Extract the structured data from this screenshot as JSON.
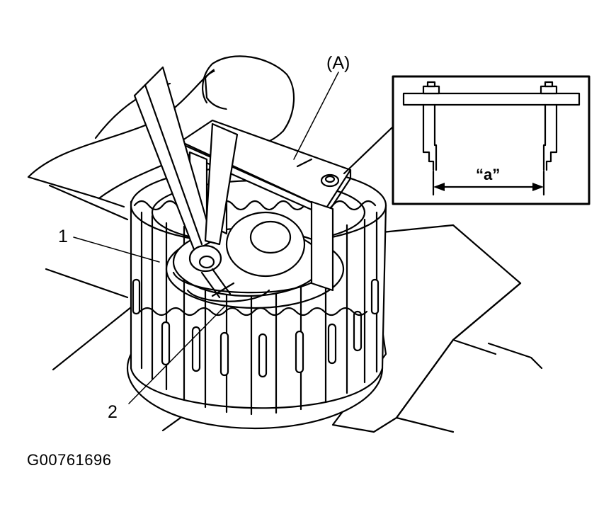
{
  "labels": {
    "tool": "(A)",
    "callout_1": "1",
    "callout_2": "2",
    "dimension": "“a”",
    "figure_id": "G00761696"
  },
  "colors": {
    "ink": "#000000",
    "paper": "#ffffff"
  }
}
